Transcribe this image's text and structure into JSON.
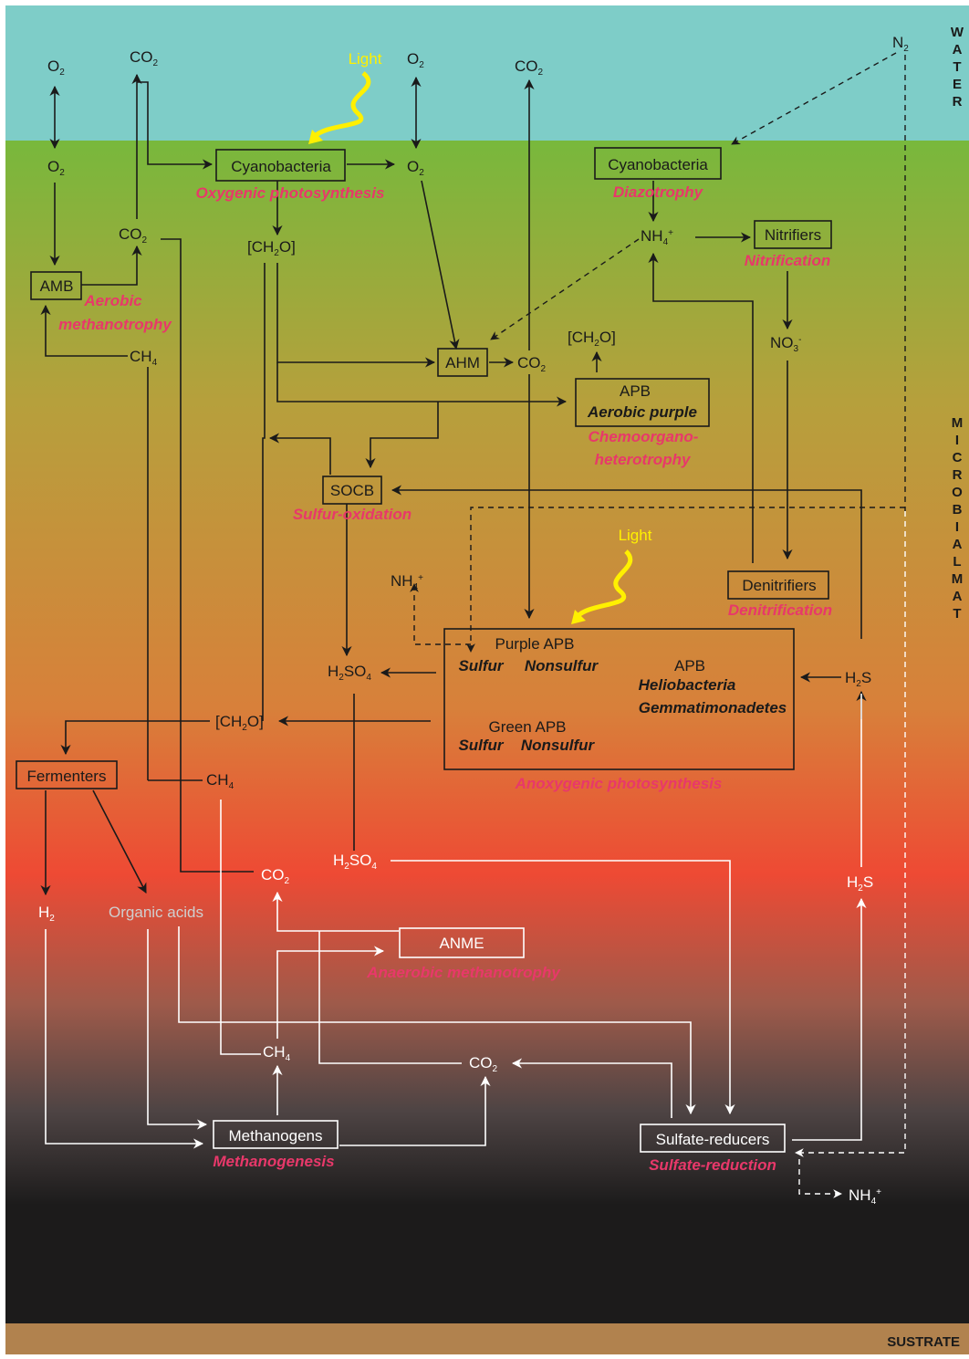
{
  "zones": {
    "water": "WATER",
    "mat": "MICROBIAL MAT",
    "substrate": "SUSTRATE"
  },
  "colors": {
    "water": "#7ecdc8",
    "mat_top": "#78b83c",
    "mat_mid": "#d87c38",
    "mat_red": "#ee4a34",
    "mat_dark": "#1c1b1b",
    "substrate": "#b1824e",
    "process": "#e8386a",
    "light": "#fff000"
  },
  "organisms": {
    "cyano_oxy": "Cyanobacteria",
    "cyano_diazo": "Cyanobacteria",
    "amb": "AMB",
    "ahm": "AHM",
    "nitrifiers": "Nitrifiers",
    "apb": "APB",
    "apb_sub": "Aerobic purple",
    "socb": "SOCB",
    "denitrifiers": "Denitrifiers",
    "purple_apb": "Purple APB",
    "purple_sulfur": "Sulfur",
    "purple_nonsulfur": "Nonsulfur",
    "apb2": "APB",
    "heliobacteria": "Heliobacteria",
    "gemmatimonadetes": "Gemmatimonadetes",
    "green_apb": "Green APB",
    "green_sulfur": "Sulfur",
    "green_nonsulfur": "Nonsulfur",
    "fermenters": "Fermenters",
    "anme": "ANME",
    "methanogens": "Methanogens",
    "sulfate_reducers": "Sulfate-reducers"
  },
  "processes": {
    "oxygenic": "Oxygenic photosynthesis",
    "diazotrophy": "Diazotrophy",
    "aerobic_1": "Aerobic",
    "aerobic_2": "methanotrophy",
    "nitrification": "Nitrification",
    "chemo_1": "Chemoorgano-",
    "chemo_2": "heterotrophy",
    "sulfur_ox": "Sulfur-oxidation",
    "denitrification": "Denitrification",
    "anoxygenic": "Anoxygenic photosynthesis",
    "anaerobic_meth": "Anaerobic methanotrophy",
    "methanogenesis": "Methanogenesis",
    "sulfate_red": "Sulfate-reduction"
  },
  "light": "Light",
  "compounds": {
    "o2": "O",
    "co2": "CO",
    "n2": "N",
    "ch2o": "[CH",
    "ch2o_end": "O]",
    "ch4": "CH",
    "nh4": "NH",
    "no3": "NO",
    "h2so4_a": "H",
    "h2so4_b": "SO",
    "h2s_a": "H",
    "h2s_b": "S",
    "h2": "H",
    "organic_acids": "Organic acids",
    "sub2": "2",
    "sub3": "3",
    "sub4": "4",
    "plus": "+",
    "minus": "-"
  }
}
